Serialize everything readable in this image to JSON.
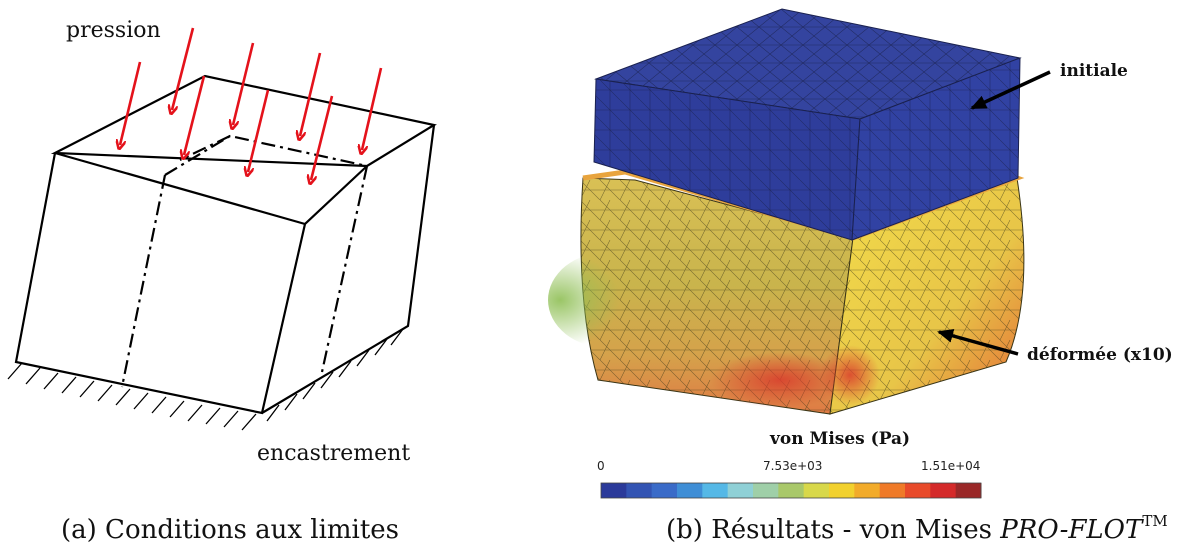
{
  "left_panel": {
    "label_pressure": "pression",
    "label_fixed": "encastrement",
    "caption": "(a) Conditions aux limites",
    "arrow_color": "#e4121b"
  },
  "right_panel": {
    "label_initial": "initiale",
    "label_deformed": "déformée (x10)",
    "caption_prefix": "(b) Résultats - von Mises ",
    "caption_software": "PRO-FLOT",
    "caption_tm": "TM",
    "colorbar": {
      "title": "von Mises (Pa)",
      "min_label": "0",
      "mid_label": "7.53e+03",
      "max_label": "1.51e+04",
      "colors": [
        "#2b3a9a",
        "#3354b3",
        "#3a6bc8",
        "#3f8ed6",
        "#55b8e6",
        "#8fd0d6",
        "#9fcfa8",
        "#a9c86a",
        "#d8d84a",
        "#f2d12e",
        "#f2ab2a",
        "#ef7a28",
        "#e84a2a",
        "#d42a2a",
        "#9a2828"
      ]
    },
    "initial_color": "#2e3d9b",
    "deformed_colors": [
      "#e9cf5a",
      "#c9b64a",
      "#d6a64a",
      "#e0463a"
    ]
  }
}
